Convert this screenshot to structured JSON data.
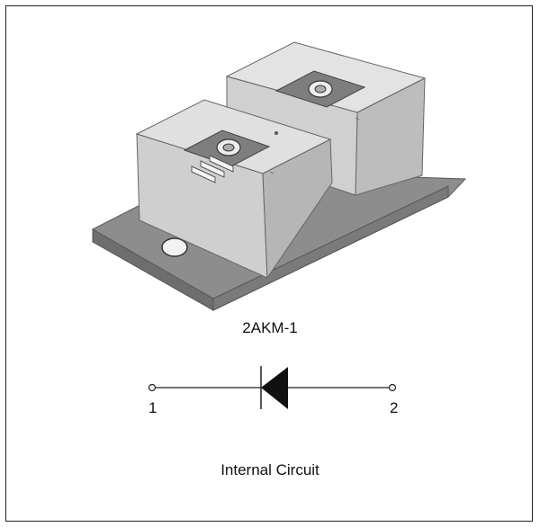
{
  "package": {
    "name": "2AKM-1"
  },
  "circuit": {
    "caption": "Internal Circuit",
    "pin_left": "1",
    "pin_right": "2",
    "component": "diode-symbol"
  },
  "colors": {
    "border": "#222222",
    "module_top": "#d8d8d8",
    "module_side": "#b8b8b8",
    "baseplate": "#8c8c8c",
    "terminal": "#7d7d7d"
  }
}
